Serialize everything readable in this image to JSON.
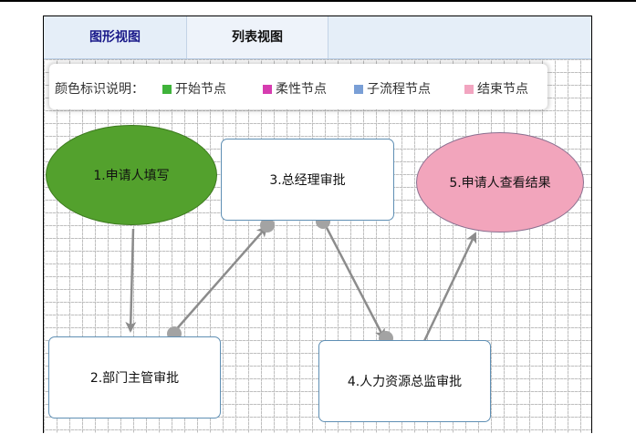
{
  "tabs": [
    {
      "label": "图形视图"
    },
    {
      "label": "列表视图"
    }
  ],
  "legend": {
    "title": "颜色标识说明：",
    "items": [
      {
        "label": "开始节点",
        "color": "#3fb33a"
      },
      {
        "label": "柔性节点",
        "color": "#d63cb0"
      },
      {
        "label": "子流程节点",
        "color": "#7a9fd6"
      },
      {
        "label": "结束节点",
        "color": "#f2a5c0"
      }
    ]
  },
  "nodes": [
    {
      "label": "1.申请人填写",
      "color": "#53a12d",
      "kind": "start"
    },
    {
      "label": "2.部门主管审批",
      "kind": "normal"
    },
    {
      "label": "3.总经理审批",
      "kind": "normal"
    },
    {
      "label": "4.人力资源总监审批",
      "kind": "normal"
    },
    {
      "label": "5.申请人查看结果",
      "color": "#f2a5bc",
      "kind": "end"
    }
  ],
  "colors": {
    "arrow": "#8c8c8c",
    "node_border": "#5f8fb4",
    "tab_active_text": "#1a1a8a"
  }
}
